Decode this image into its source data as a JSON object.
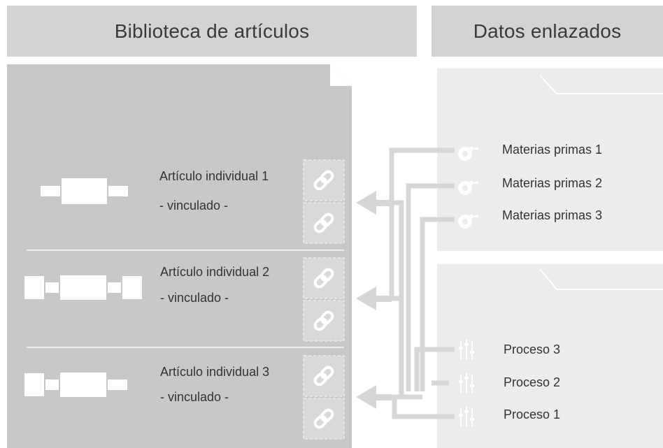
{
  "headers": {
    "library": "Biblioteca de artículos",
    "linked_data": "Datos enlazados"
  },
  "articles": [
    {
      "name": "Artículo individual 1",
      "status": "- vinculado -"
    },
    {
      "name": "Artículo individual 2",
      "status": "- vinculado -"
    },
    {
      "name": "Artículo individual 3",
      "status": "- vinculado -"
    }
  ],
  "raw_materials": [
    "Materias primas 1",
    "Materias primas 2",
    "Materias primas 3"
  ],
  "processes": [
    "Proceso 3",
    "Proceso 2",
    "Proceso 1"
  ],
  "colors": {
    "header_bg": "#d3d3d3",
    "library_panel": "#c8c8c8",
    "linked_panel": "#ececec",
    "connector": "#d6d6d6",
    "item_white": "#ffffff"
  },
  "icons": {
    "article": "part-shape-icon",
    "link": "chain-link-icon",
    "raw_material": "supply-icon",
    "process": "sliders-icon"
  }
}
